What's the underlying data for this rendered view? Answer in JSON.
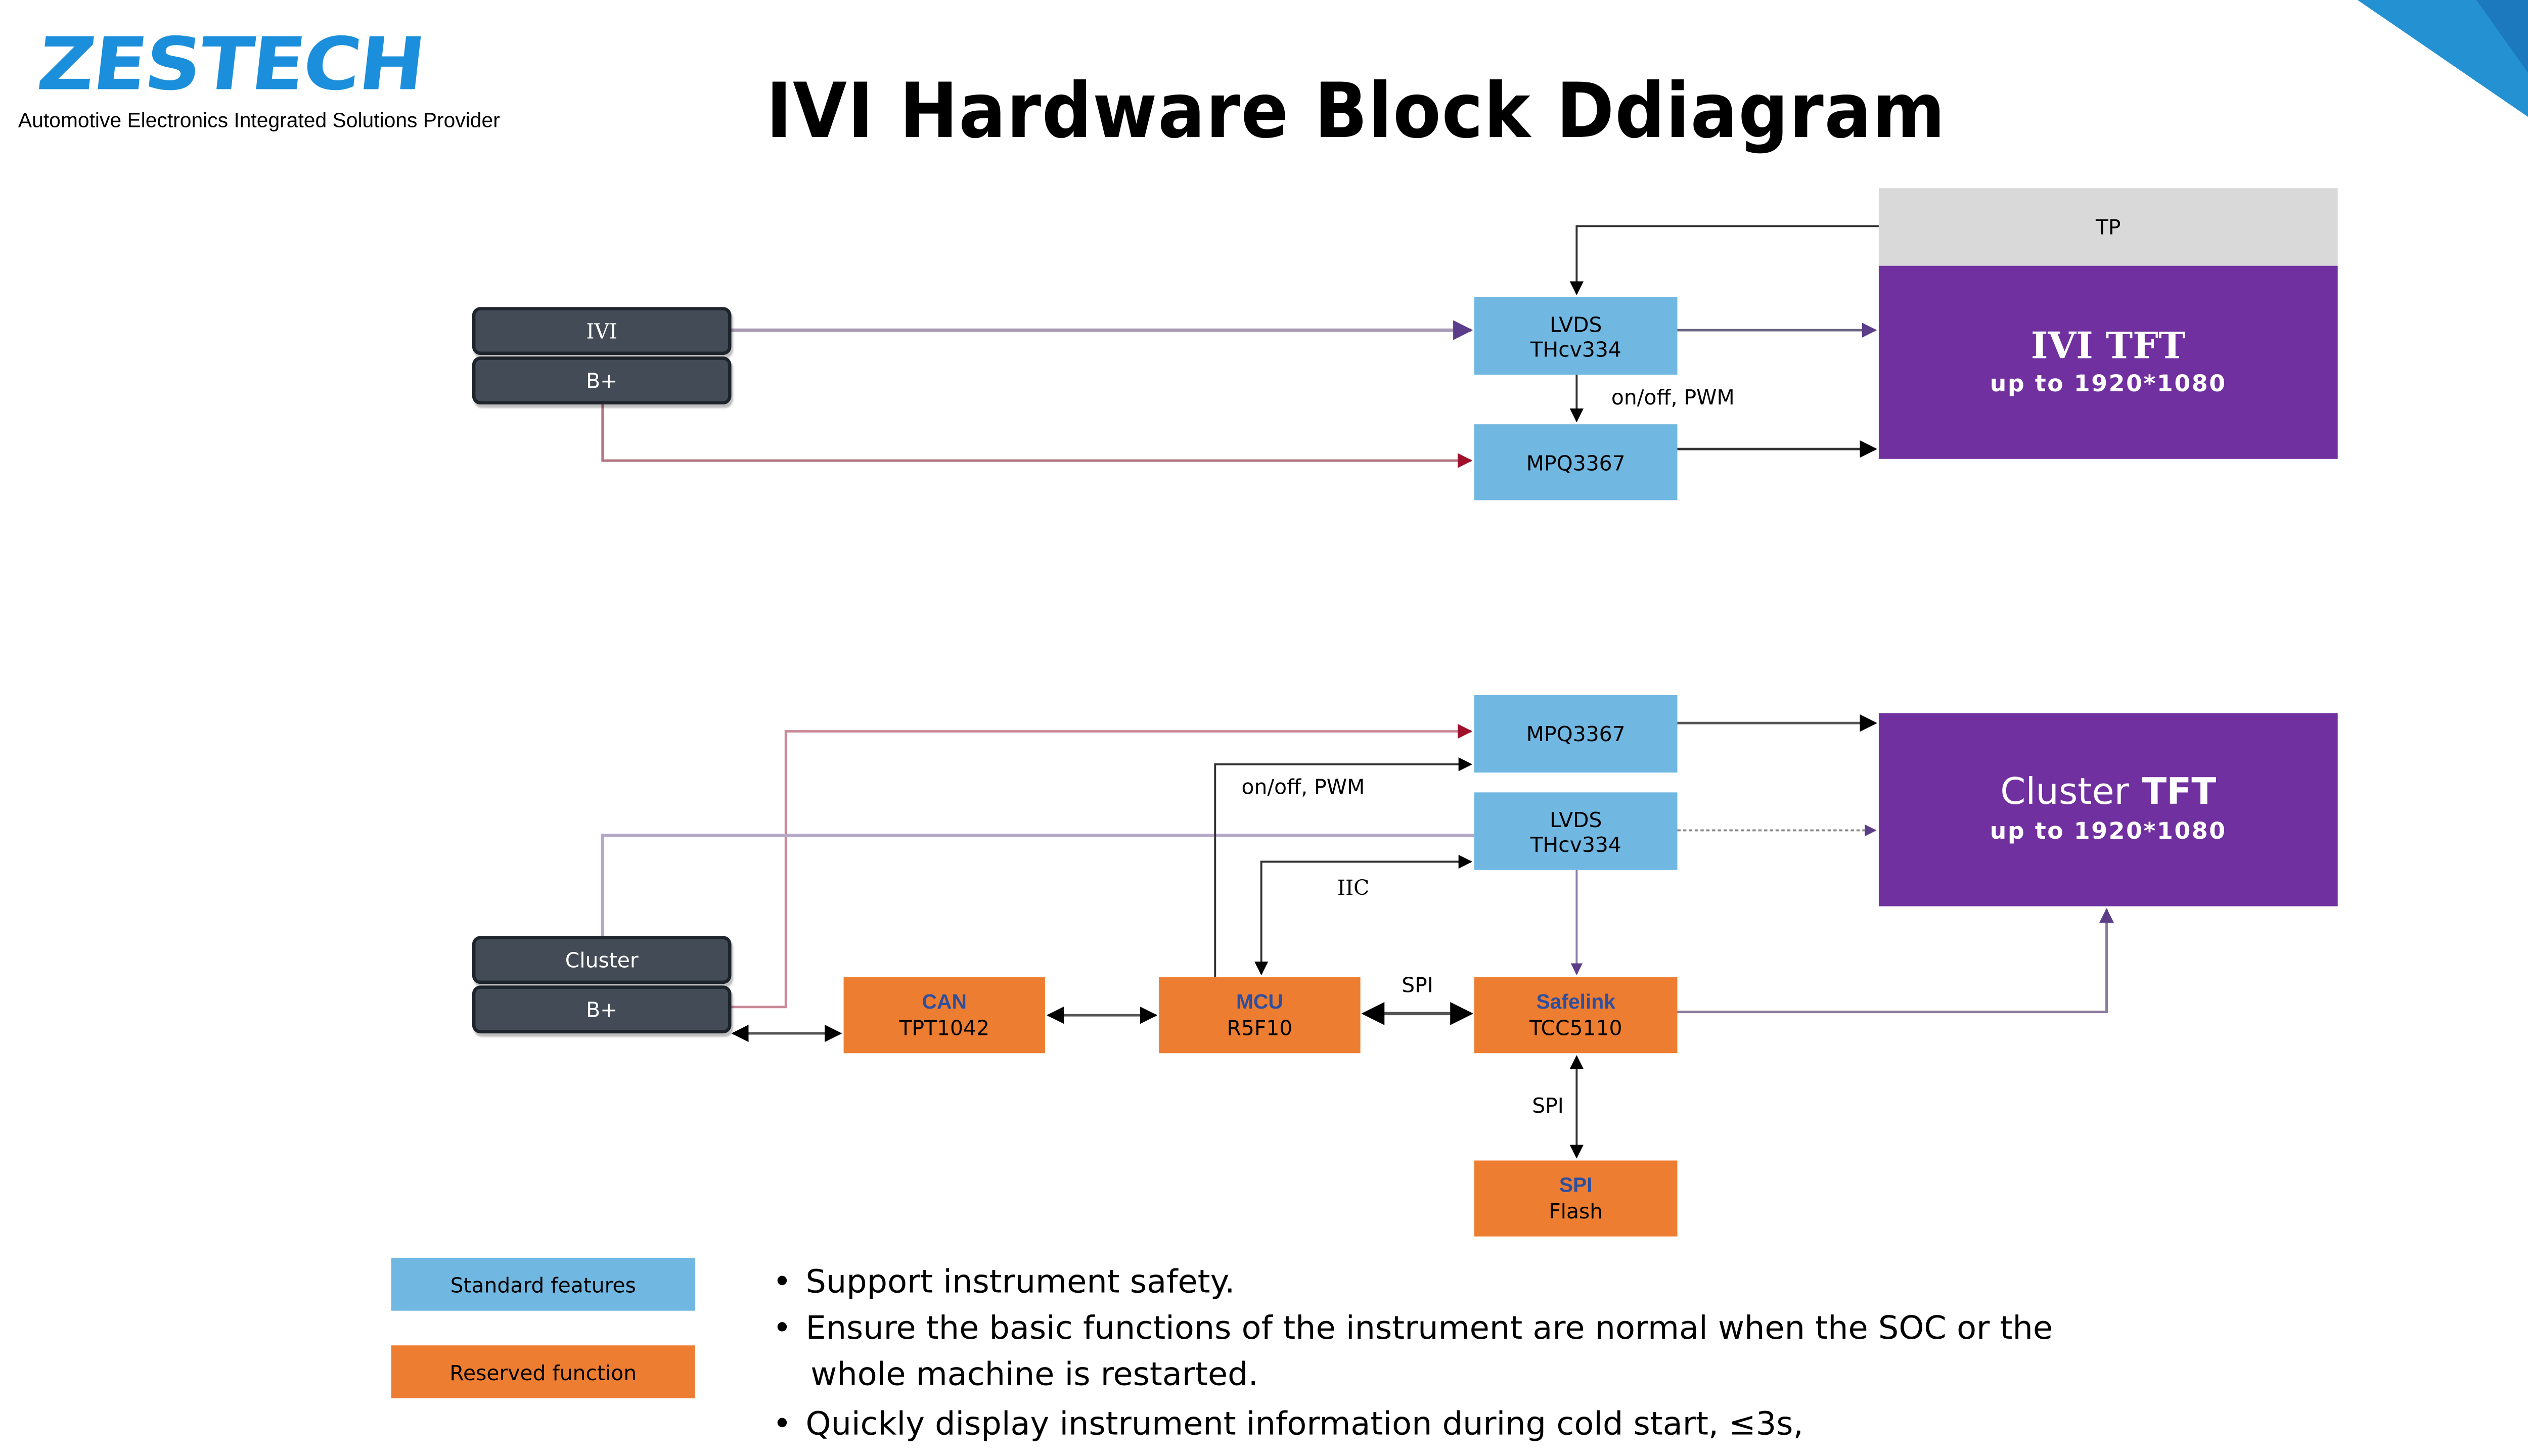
{
  "header": {
    "logo": "ZESTECH",
    "tagline": "Automotive Electronics Integrated Solutions Provider",
    "title": "IVI Hardware Block Ddiagram"
  },
  "colors": {
    "standard": "#70b7e1",
    "reserved": "#ed7d31",
    "display": "#7030a0",
    "touch_panel": "#d9d9d9",
    "connector": "#434b56",
    "power_line": "#b07380",
    "video_line": "#a899b5",
    "signal_line": "#333333",
    "chip_heading": "#2f4f9e"
  },
  "ivi": {
    "connector": {
      "signal": "IVI",
      "power": "B+"
    },
    "lvds": {
      "line1": "LVDS",
      "line2": "THcv334"
    },
    "backlight": {
      "label": "MPQ3367"
    },
    "link_label": "on/off,  PWM",
    "touch_panel": "TP",
    "display": {
      "name": "IVI TFT",
      "resolution": "up to 1920*1080"
    }
  },
  "cluster": {
    "connector": {
      "signal": "Cluster",
      "power": "B+"
    },
    "backlight": {
      "label": "MPQ3367"
    },
    "lvds": {
      "line1": "LVDS",
      "line2": "THcv334"
    },
    "display": {
      "name_light": "Cluster",
      "name_bold": "TFT",
      "resolution": "up to 1920*1080"
    },
    "can": {
      "heading": "CAN",
      "part": "TPT1042"
    },
    "mcu": {
      "heading": "MCU",
      "part": "R5F10"
    },
    "safelink": {
      "heading": "Safelink",
      "part": "TCC5110"
    },
    "flash": {
      "heading": "SPI",
      "part": "Flash"
    },
    "labels": {
      "pwm": "on/off,  PWM",
      "iic": "IIC",
      "spi_mcu": "SPI",
      "spi_flash": "SPI"
    }
  },
  "legend": {
    "standard": "Standard features",
    "reserved": "Reserved function"
  },
  "notes": [
    "Support instrument safety.",
    "Ensure the basic functions of the instrument are normal when the SOC or the",
    "whole machine is restarted.",
    "Quickly display instrument information during cold start, ≤3s,"
  ]
}
